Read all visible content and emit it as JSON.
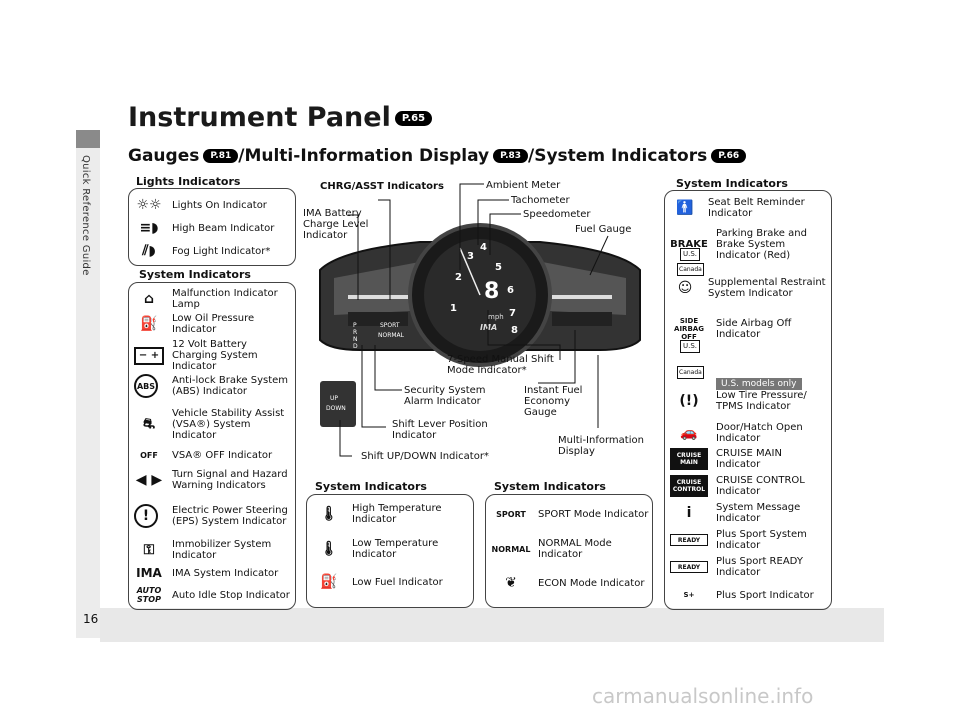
{
  "sidebar_text": "Quick Reference Guide",
  "page_number": "16",
  "watermark": "carmanualsonline.info",
  "title": "Instrument Panel",
  "title_ref": "P.65",
  "subtitle": {
    "gauges": "Gauges",
    "gauges_ref": "P.81",
    "mid": "/Multi-Information Display",
    "mid_ref": "P.83",
    "sys": "/System Indicators",
    "sys_ref": "P.66"
  },
  "lights": {
    "heading": "Lights Indicators",
    "items": [
      "Lights On Indicator",
      "High Beam Indicator",
      "Fog Light Indicator*"
    ]
  },
  "sys_left": {
    "heading": "System Indicators",
    "items": [
      {
        "label": "Malfunction Indicator Lamp",
        "icon": "engine-icon"
      },
      {
        "label": "Low Oil Pressure Indicator",
        "icon": "oil-can-icon"
      },
      {
        "label": "12 Volt Battery Charging System Indicator",
        "icon": "battery-icon",
        "glyph": "− +"
      },
      {
        "label": "Anti-lock Brake System (ABS) Indicator",
        "icon": "abs-icon",
        "glyph": "ABS"
      },
      {
        "label": "Vehicle Stability Assist (VSA®) System Indicator",
        "icon": "vsa-icon"
      },
      {
        "label": "VSA® OFF Indicator",
        "icon": "vsa-off-icon",
        "glyph": "OFF"
      },
      {
        "label": "Turn Signal and Hazard Warning Indicators",
        "icon": "turn-signal-icon",
        "glyph": "◀ ▶"
      },
      {
        "label": "Electric Power Steering (EPS) System Indicator",
        "icon": "eps-icon",
        "glyph": "!"
      },
      {
        "label": "Immobilizer System Indicator",
        "icon": "key-icon"
      },
      {
        "label": "IMA System Indicator",
        "icon": "ima-icon",
        "glyph": "IMA"
      },
      {
        "label": "Auto Idle Stop Indicator",
        "icon": "auto-stop-icon",
        "glyph": "AUTO STOP"
      }
    ]
  },
  "callouts": {
    "chrg": "CHRG/ASST Indicators",
    "ima_battery": "IMA Battery Charge Level Indicator",
    "ambient": "Ambient Meter",
    "tach": "Tachometer",
    "speedo": "Speedometer",
    "fuel": "Fuel Gauge",
    "manual_shift": "7-Speed Manual Shift Mode Indicator*",
    "security": "Security System Alarm Indicator",
    "instant_fuel": "Instant Fuel Economy Gauge",
    "shift_lever": "Shift Lever Position Indicator",
    "mid": "Multi-Information Display",
    "shift_updown": "Shift UP/DOWN Indicator*"
  },
  "cluster": {
    "speed": "8",
    "unit": "mph",
    "ima": "IMA",
    "mode_sport": "SPORT",
    "mode_normal": "NORMAL",
    "gears": [
      "P",
      "R",
      "N",
      "D"
    ],
    "updown": [
      "UP",
      "DOWN"
    ],
    "tach_nums": [
      "1",
      "2",
      "3",
      "4",
      "5",
      "6",
      "7",
      "8"
    ]
  },
  "sys_temp": {
    "heading": "System Indicators",
    "items": [
      "High Temperature Indicator",
      "Low Temperature Indicator",
      "Low Fuel Indicator"
    ]
  },
  "sys_mode": {
    "heading": "System Indicators",
    "items": [
      {
        "label": "SPORT Mode Indicator",
        "glyph": "SPORT"
      },
      {
        "label": "NORMAL Mode Indicator",
        "glyph": "NORMAL"
      },
      {
        "label": "ECON Mode Indicator",
        "glyph": "❦"
      }
    ]
  },
  "sys_right": {
    "heading": "System Indicators",
    "badge": "U.S. models only",
    "items": [
      {
        "label": "Seat Belt Reminder Indicator"
      },
      {
        "label": "Parking Brake and Brake System Indicator (Red)",
        "glyph": "BRAKE",
        "us": "U.S.",
        "canada": "Canada"
      },
      {
        "label": "Supplemental Restraint System Indicator"
      },
      {
        "label": "Side Airbag Off Indicator",
        "glyph": "SIDE AIRBAG OFF",
        "us": "U.S.",
        "canada": "Canada"
      },
      {
        "label": "Low Tire Pressure/ TPMS Indicator",
        "glyph": "(!)"
      },
      {
        "label": "Door/Hatch Open Indicator"
      },
      {
        "label": "CRUISE MAIN Indicator",
        "glyph": "CRUISE MAIN"
      },
      {
        "label": "CRUISE CONTROL Indicator",
        "glyph": "CRUISE CONTROL"
      },
      {
        "label": "System Message Indicator",
        "glyph": "i"
      },
      {
        "label": "Plus Sport System Indicator",
        "glyph": "READY"
      },
      {
        "label": "Plus Sport READY Indicator",
        "glyph": "READY"
      },
      {
        "label": "Plus Sport Indicator",
        "glyph": "S+"
      }
    ]
  }
}
